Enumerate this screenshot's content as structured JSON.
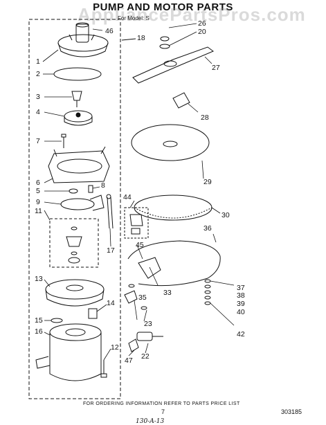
{
  "header": {
    "title": "PUMP AND MOTOR PARTS",
    "subtitle": "For Model: S",
    "watermark": "AppliancePartsPros.com"
  },
  "labels": {
    "p1": "1",
    "p2": "2",
    "p3": "3",
    "p4": "4",
    "p5": "5",
    "p6": "6",
    "p7": "7",
    "p8": "8",
    "p9": "9",
    "p11": "11",
    "p12": "12",
    "p13": "13",
    "p14": "14",
    "p15": "15",
    "p16": "16",
    "p17": "17",
    "p18": "18",
    "p20": "20",
    "p22": "22",
    "p23": "23",
    "p26": "26",
    "p27": "27",
    "p28": "28",
    "p29": "29",
    "p30": "30",
    "p33": "33",
    "p35": "35",
    "p36": "36",
    "p37": "37",
    "p38": "38",
    "p39": "39",
    "p40": "40",
    "p42": "42",
    "p44": "44",
    "p45": "45",
    "p46": "46",
    "p47": "47"
  },
  "footer": {
    "ordering_note": "FOR ORDERING INFORMATION REFER TO PARTS PRICE LIST",
    "page_number": "7",
    "part_number": "303185",
    "handwritten": "130-A-13"
  }
}
